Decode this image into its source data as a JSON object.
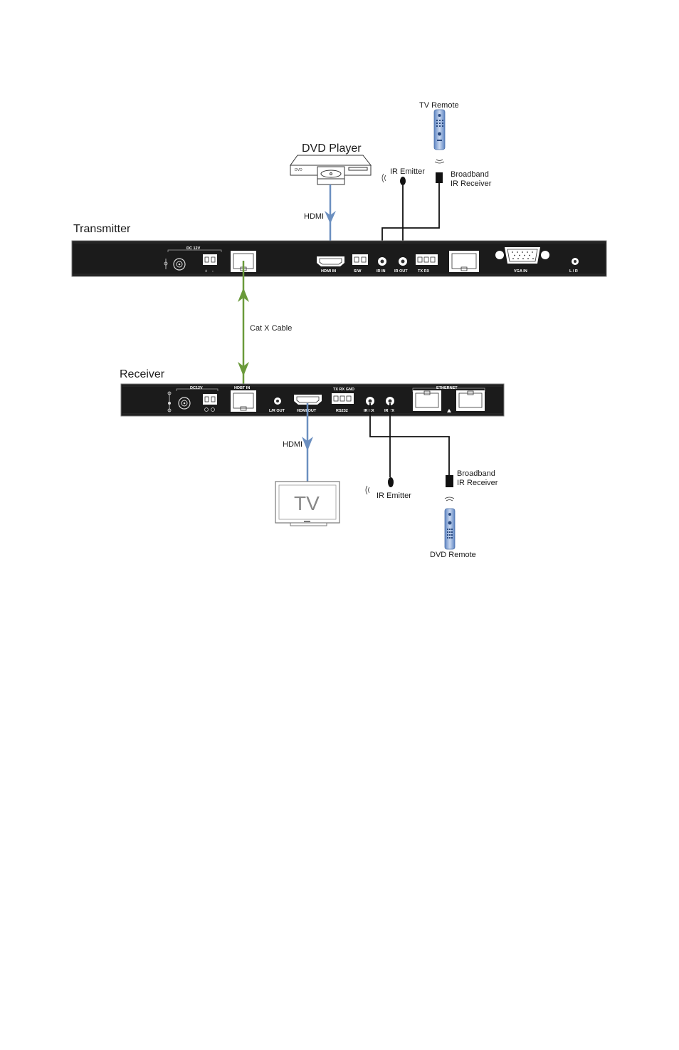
{
  "labels": {
    "tv_remote": "TV Remote",
    "dvd_player": "DVD Player",
    "dvd_device_text": "DVD",
    "ir_emitter_top": "IR Emitter",
    "broadband_top_1": "Broadband",
    "broadband_top_2": "IR Receiver",
    "hdmi_top": "HDMI",
    "transmitter": "Transmitter",
    "cat_cable": "Cat X Cable",
    "receiver": "Receiver",
    "hdmi_bottom": "HDMI",
    "tv": "TV",
    "ir_emitter_bottom": "IR Emitter",
    "broadband_bottom_1": "Broadband",
    "broadband_bottom_2": "IR Receiver",
    "dvd_remote": "DVD Remote"
  },
  "transmitter_ports": {
    "dc": "DC 12V",
    "plus": "+",
    "minus": "-",
    "hdmi_in": "HDMI IN",
    "sw": "S/W",
    "ir_in": "IR IN",
    "ir_out": "IR OUT",
    "tx_rx": "TX RX",
    "vga_in": "VGA IN",
    "lr": "L / R"
  },
  "receiver_ports": {
    "dc": "DC12V",
    "hdbt_in": "HDBT IN",
    "lr_out": "L/R OUT",
    "hdmi_out": "HDMI OUT",
    "tx_rx_gnd": "TX RX GND",
    "rs232": "RS232",
    "ir_rx": "IR RX",
    "ir_tx": "IR TX",
    "ethernet": "ETHERNET"
  },
  "colors": {
    "hdmi_line": "#6b8fc0",
    "cat_line": "#6a9a3a",
    "panel": "#1b1b1b",
    "wire": "#111111"
  }
}
